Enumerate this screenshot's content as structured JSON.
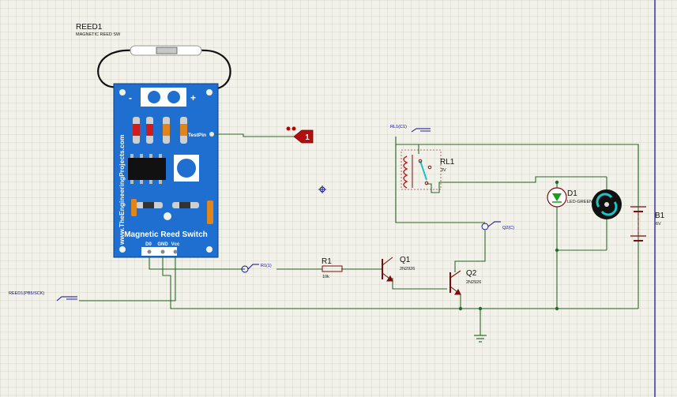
{
  "reed": {
    "ref": "REED1",
    "value": "MAGNETIC REED SW"
  },
  "module": {
    "site": "www.TheEngineeringProjects.com",
    "title": "Magnetic Reed Switch",
    "minus": "-",
    "plus": "+",
    "test_pin": "TestPin",
    "pins": [
      "D0",
      "GND",
      "Vcc"
    ]
  },
  "logic_probe": {
    "value": "1"
  },
  "relay": {
    "ref": "RL1",
    "value": "3V",
    "terminal": "RL1(C1)"
  },
  "r1": {
    "ref": "R1",
    "value": "10k",
    "probe": "R1(1)"
  },
  "q1": {
    "ref": "Q1",
    "value": "2N2926"
  },
  "q2": {
    "ref": "Q2",
    "value": "2N2926",
    "probe": "Q2(C)"
  },
  "d1": {
    "ref": "D1",
    "value": "LED-GREEN"
  },
  "b1": {
    "ref": "B1",
    "value": "6V"
  },
  "reed_terminal": "REED1(PB5/SCK)",
  "colors": {
    "sheet": "#f2f2ea",
    "grid": "#d7d7cf",
    "wire": "#2a6a2a",
    "component": "#7a0d0d",
    "label": "#111111",
    "terminal": "#0a0a8a",
    "pcb": "#1e6fd0"
  }
}
